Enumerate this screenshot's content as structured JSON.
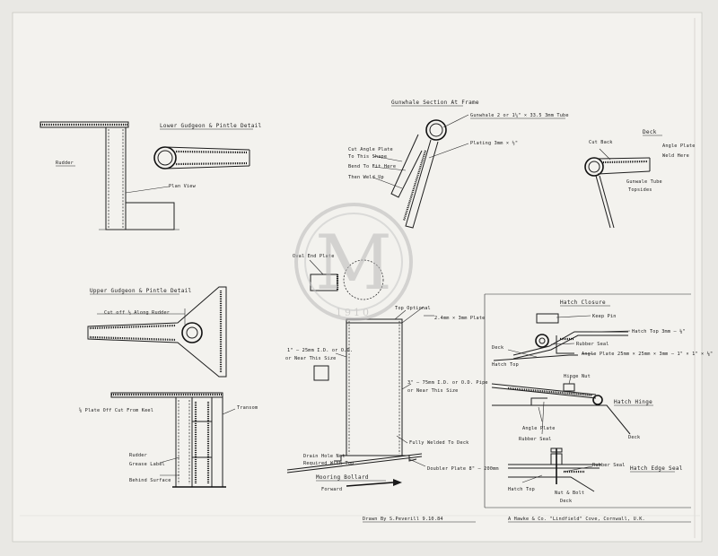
{
  "labels": {
    "rudder_left": "Rudder",
    "lower_gudgeon": "Lower Gudgeon & Pintle Detail",
    "plan_view": "Plan View",
    "gunwale_title": "Gunwhale Section At Frame",
    "gunwale_tube": "Gunwhale 2 or 1¼\" × 33.5 3mm Tube",
    "plating": "Plating 3mm × ½\"",
    "cut_angle_1": "Cut Angle Plate",
    "cut_angle_2": "To This Shape",
    "bend_fit": "Bend To Fit Here",
    "then_weld": "Then Weld Up",
    "deck_title": "Deck",
    "cut_back": "Cut Back",
    "angle_plate_r": "Angle Plate",
    "weld_here": "Weld Here",
    "gunwale_tube_r1": "Gunwale Tube",
    "gunwale_tube_r2": "Topsides",
    "oval_end": "Oval End Plate",
    "upper_gudgeon": "Upper Gudgeon & Pintle Detail",
    "cut_along": "Cut off ⅓ Along Rudder",
    "top_optional": "Top Optional",
    "plate_3mm": "2.4mm × 3mm Plate",
    "pipe_small_1": "1\" – 25mm I.D. or O.D.",
    "pipe_small_2": "or Near This Size",
    "pipe_large_1": "3\" – 75mm I.D. or O.D. Pipe",
    "pipe_large_2": "or Near This Size",
    "plate_off": "⅝ Plate Off Cut From Keel",
    "transom": "Transom",
    "rudder_b": "Rudder",
    "grease_label_1": "Grease Label",
    "grease_label_2": "Behind Surface",
    "drain_hole_1": "Drain Hole Not",
    "drain_hole_2": "Required With Top",
    "fully_welded": "Fully Welded To Deck",
    "mooring": "Mooring Bollard",
    "forward": "Forward",
    "doubler": "Doubler Plate 8\" – 200mm",
    "hatch_closure": "Hatch Closure",
    "keep_pin": "Keep Pin",
    "hatch_top": "Hatch Top 3mm – ⅛\"",
    "deck_hc": "Deck",
    "rubber_seal": "Rubber Seal",
    "angle_plate_hc": "Angle Plate",
    "angle_dims": "25mm × 25mm × 3mm – 1\" × 1\" × ⅛\"",
    "hatch_top_h": "Hatch Top",
    "hinge_nut": "Hinge Nut",
    "hatch_hinge": "Hatch Hinge",
    "angle_plate_h": "Angle Plate",
    "rubber_seal_h": "Rubber Seal",
    "deck_h": "Deck",
    "hatch_edge": "Hatch Edge Seal",
    "rubber_seal_e": "Rubber Seal",
    "hatch_top_e": "Hatch Top",
    "nut_bolt": "Nut & Bolt",
    "deck_e": "Deck",
    "drawn_by": "Drawn By S.Peverill 9.10.84",
    "company": "A Hawke & Co. \"Lindfield\" Cove, Cornwall, U.K."
  },
  "watermark": {
    "letter": "M",
    "subtext": "1910"
  },
  "colors": {
    "paper": "#f3f2ee",
    "ink": "#1b1b1b",
    "watermark": "#b9b9b9",
    "backdrop": "#e9e8e4"
  }
}
